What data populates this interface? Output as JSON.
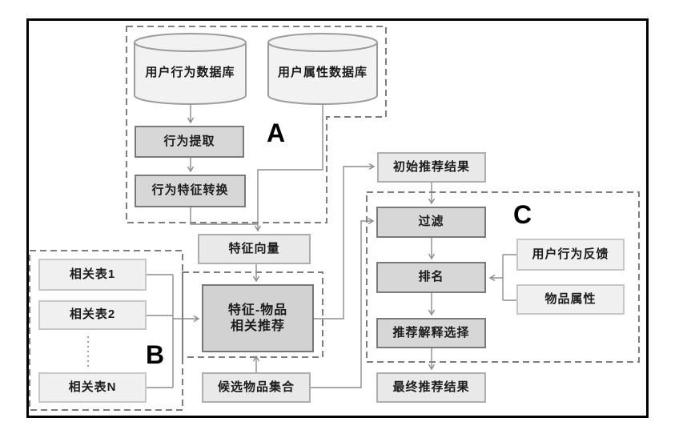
{
  "diagram": {
    "groups": {
      "a": {
        "label": "A"
      },
      "b": {
        "label": "B"
      },
      "c": {
        "label": "C"
      }
    },
    "nodes": {
      "behavior_db": {
        "label": "用户行为数据库"
      },
      "attribute_db": {
        "label": "用户属性数据库"
      },
      "behavior_extraction": {
        "label": "行为提取"
      },
      "behavior_feature_conversion": {
        "label": "行为特征转换"
      },
      "feature_vector": {
        "label": "特征向量"
      },
      "related_table_1": {
        "label": "相关表1"
      },
      "related_table_2": {
        "label": "相关表2"
      },
      "related_table_n": {
        "label": "相关表N"
      },
      "feature_item_rec": {
        "line1": "特征-物品",
        "line2": "相关推荐"
      },
      "candidate_item_set": {
        "label": "候选物品集合"
      },
      "initial_results": {
        "label": "初始推荐结果"
      },
      "filter": {
        "label": "过滤"
      },
      "ranking": {
        "label": "排名"
      },
      "explanation_selection": {
        "label": "推荐解释选择"
      },
      "final_results": {
        "label": "最终推荐结果"
      },
      "user_feedback": {
        "label": "用户行为反馈"
      },
      "item_attributes": {
        "label": "物品属性"
      }
    },
    "palette": {
      "process_fill": "#d7d7d7",
      "data_fill": "#e9e9e9",
      "input_fill": "#f0f0f0",
      "line": "#8c8c8c",
      "dash": "#7d7d7d",
      "frame": "#000000"
    }
  }
}
